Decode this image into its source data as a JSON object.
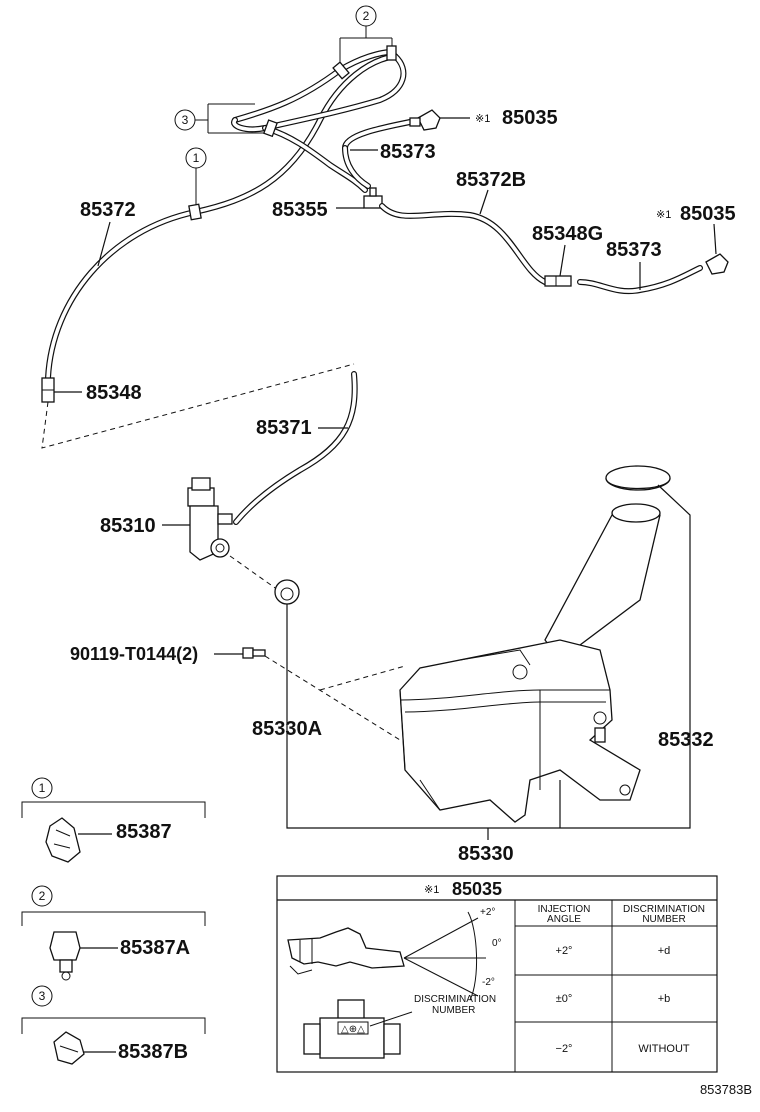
{
  "callouts": {
    "c1": "1",
    "c2": "2",
    "c3": "3"
  },
  "parts": {
    "p85035_top": "85035",
    "p85373_top": "85373",
    "p85372": "85372",
    "p85355": "85355",
    "p85372B": "85372B",
    "p85035_right": "85035",
    "p85348G": "85348G",
    "p85373_right": "85373",
    "p85348": "85348",
    "p85371": "85371",
    "p85310": "85310",
    "p90119": "90119-T0144(2)",
    "p85330A": "85330A",
    "p85332": "85332",
    "p85330": "85330",
    "p85387": "85387",
    "p85387A": "85387A",
    "p85387B": "85387B"
  },
  "note_marks": {
    "top": "※1",
    "right": "※1"
  },
  "inset": {
    "title_mark": "※1",
    "title_part": "85035",
    "angle_plus": "+2°",
    "angle_zero": "0°",
    "angle_minus": "-2°",
    "disc_label_line1": "DISCRIMINATION",
    "disc_label_line2": "NUMBER",
    "chip_text": "△⊕△",
    "col1_line1": "INJECTION",
    "col1_line2": "ANGLE",
    "col2_line1": "DISCRIMINATION",
    "col2_line2": "NUMBER",
    "rows": [
      {
        "angle": "+2°",
        "number": "+d"
      },
      {
        "angle": "±0°",
        "number": "+b"
      },
      {
        "angle": "−2°",
        "number": "WITHOUT"
      }
    ]
  },
  "diagram_code": "853783B"
}
